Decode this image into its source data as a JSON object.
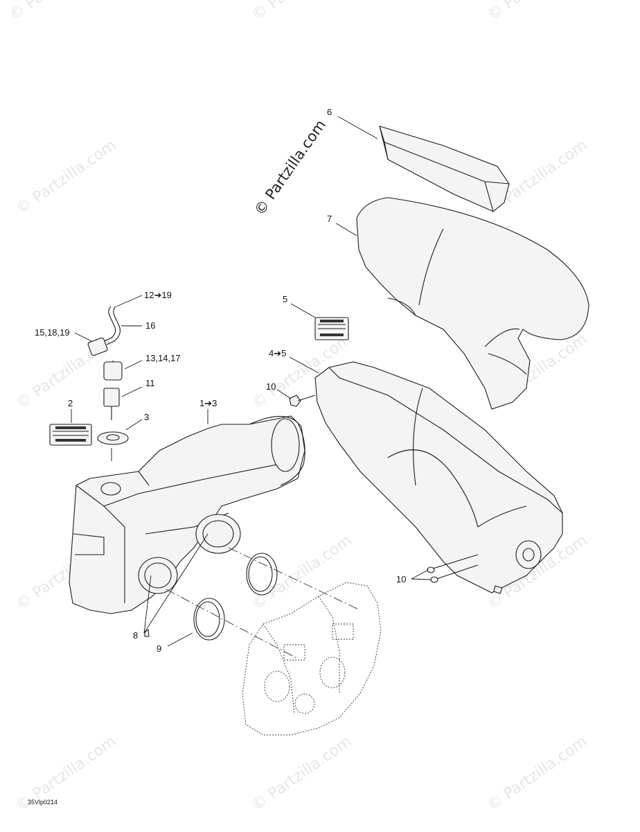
{
  "diagram": {
    "watermark_text": "© Partzilla.com",
    "main_watermark_text": "© Partzilla.com",
    "drawing_code": "35Vlp0214",
    "callouts": {
      "c1": "1➔3",
      "c2": "2",
      "c3": "3",
      "c45": "4➔5",
      "c5": "5",
      "c6": "6",
      "c7": "7",
      "c8": "8",
      "c9": "9",
      "c10a": "10",
      "c10b": "10",
      "c11": "11",
      "c12": "12➔19",
      "c13": "13,14,17",
      "c15": "15,18,19",
      "c16": "16"
    }
  }
}
